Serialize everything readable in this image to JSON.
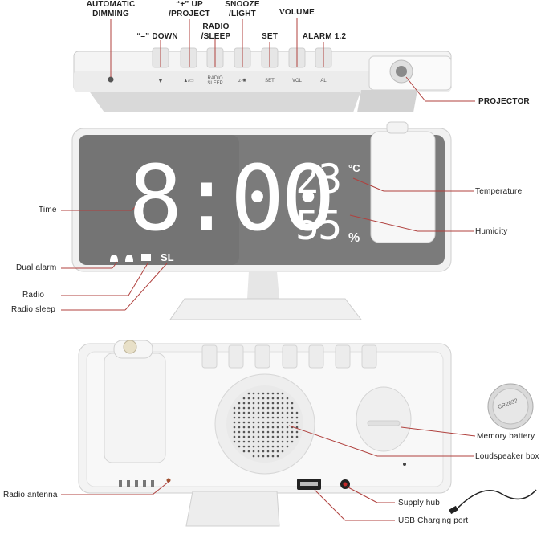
{
  "top_labels": {
    "automatic_dimming": [
      "AUTOMATIC",
      "DIMMING"
    ],
    "up_project": [
      "“+” UP",
      "/PROJECT"
    ],
    "snooze_light": [
      "SNOOZE",
      "/LIGHT"
    ],
    "volume": "VOLUME",
    "down": "“–” DOWN",
    "radio_sleep": [
      "RADIO",
      "/SLEEP"
    ],
    "set": "SET",
    "alarm": "ALARM 1.2",
    "projector": "PROJECTOR"
  },
  "button_markings": {
    "down": "▼",
    "up_project": "▲/▭",
    "radio_sleep": [
      "RADIO",
      "SLEEP"
    ],
    "snooze": "z·✺",
    "set": "SET",
    "vol": "VOL",
    "al": "AL"
  },
  "display": {
    "time": "8:00",
    "temperature": "23",
    "temperature_unit": "°C",
    "humidity": "55",
    "humidity_unit": "%",
    "sleep_indicator": "SL"
  },
  "side_labels": {
    "time": "Time",
    "dual_alarm": "Dual alarm",
    "radio": "Radio",
    "radio_sleep": "Radio sleep",
    "temperature": "Temperature",
    "humidity": "Humidity",
    "memory_battery": "Memory battery",
    "loudspeaker_box": "Loudspeaker box",
    "supply_hub": "Supply hub",
    "usb_charging_port": "USB Charging port",
    "radio_antenna": "Radio antenna"
  },
  "battery_text": "CR2032",
  "colors": {
    "callout_line": "#b0413e",
    "display_face": "#7b7b7b",
    "digits": "#ffffff",
    "body": "#f2f2f2"
  }
}
